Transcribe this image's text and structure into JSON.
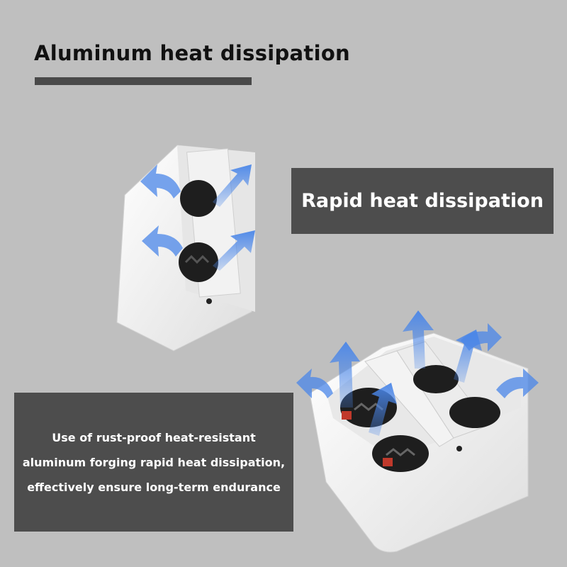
{
  "title": "Aluminum heat dissipation",
  "feature_label": "Rapid heat dissipation",
  "description": {
    "line1": "Use of rust-proof heat-resistant",
    "line2": "aluminum forging rapid heat dissipation,",
    "line3": "effectively ensure long-term endurance"
  },
  "colors": {
    "background": "#bfbfbf",
    "panel": "#4d4d4d",
    "product_body": "#f4f4f4",
    "airflow_arrow": "#4a86e8",
    "accent_red": "#c0392b"
  },
  "icons": [
    "airflow-arrow-icon",
    "fan-icon"
  ]
}
